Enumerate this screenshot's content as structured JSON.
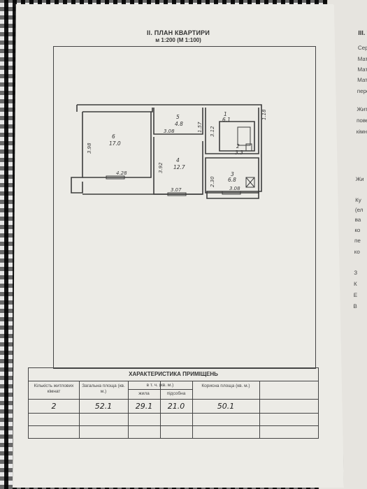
{
  "document": {
    "title": "II. ПЛАН КВАРТИРИ",
    "scale": "м 1:200 (М 1:100)"
  },
  "rooms": [
    {
      "number": "6",
      "area": "17.0"
    },
    {
      "number": "5",
      "area": "4.8"
    },
    {
      "number": "1",
      "area": "6.1"
    },
    {
      "number": "2",
      "area": "3.3"
    },
    {
      "number": "4",
      "area": "12.7"
    },
    {
      "number": "3",
      "area": "6.8"
    }
  ],
  "dimensions": {
    "d1": "3.98",
    "d2": "4.28",
    "d3": "3.08",
    "d4": "1.57",
    "d5": "3.92",
    "d6": "3.07",
    "d7": "3.12",
    "d8": "1.18",
    "d9": "2.30",
    "d10": "3.08"
  },
  "characteristics": {
    "heading": "ХАРАКТЕРИСТИКА ПРИМІЩЕНЬ",
    "col_rooms": "Кількість житлових кімнат",
    "col_total": "Загальна площа (кв. м.)",
    "col_incl": "в т. ч. (кв. м.)",
    "col_living": "жила",
    "col_aux": "підсобна",
    "col_useful": "Корисна площа (кв. м.)",
    "rooms_value": "2",
    "total_value": "52.1",
    "living_value": "29.1",
    "aux_value": "21.0",
    "useful_value": "50.1"
  },
  "right_page": {
    "heading": "III. Т",
    "lines": [
      "Серія",
      "Мате",
      "Мате",
      "Мате",
      "пере",
      "Жит",
      "пове",
      "кімн",
      "Жи",
      "Ку",
      "(ел",
      "ва",
      "ко",
      "пе",
      "ко",
      "З",
      "К",
      "Е",
      "В"
    ]
  }
}
